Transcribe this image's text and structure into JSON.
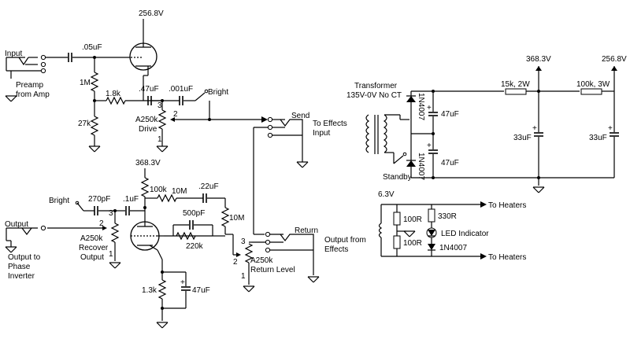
{
  "labels": {
    "v_top_tube": "256.8V",
    "input_title": "Input",
    "preamp_line1": "Preamp",
    "preamp_line2": "from Amp",
    "c_input": ".05uF",
    "r_1m": "1M",
    "r_1k8": "1.8k",
    "r_27k": "27k",
    "c_47": ".47uF",
    "c_001": ".001uF",
    "bright_top": "Bright",
    "pin3_top": "3",
    "pin2_top": "2",
    "pin1_top": "1",
    "pot_drive_1": "A250k",
    "pot_drive_2": "Drive",
    "send": "Send",
    "to_fx_1": "To Effects",
    "to_fx_2": "Input",
    "v_368_left": "368.3V",
    "r_100k": "100k",
    "bright_bot": "Bright",
    "c_270p": "270pF",
    "c_1u": ".1uF",
    "r_10m_top": "10M",
    "c_22u": ".22uF",
    "c_500p": "500pF",
    "r_10m_right": "10M",
    "r_220k": "220k",
    "output_title": "Output",
    "output_to_1": "Output to",
    "output_to_2": "Phase",
    "output_to_3": "Inverter",
    "pin2_rec": "2",
    "pin3_rec": "3",
    "pin1_rec": "1",
    "pot_rec_1": "A250k",
    "pot_rec_2": "Recover",
    "pot_rec_3": "Output",
    "r_1k3": "1.3k",
    "c_47u_cath": "47uF",
    "return": "Return",
    "out_fx_1": "Output from",
    "out_fx_2": "Effects",
    "pin3_ret": "3",
    "pin2_ret": "2",
    "pin1_ret": "1",
    "pot_ret_1": "A250k",
    "pot_ret_2": "Return Level",
    "transformer_1": "Transformer",
    "transformer_2": "135V-0V No CT",
    "diode_top": "1N4007",
    "diode_bot": "1N4007",
    "c_47u_a": "47uF",
    "c_47u_b": "47uF",
    "standby": "Standby",
    "v_368_right": "368.3V",
    "v_256_right": "256.8V",
    "r_15k": "15k, 2W",
    "r_100k3w": "100k, 3W",
    "c_33u_a": "33uF",
    "c_33u_b": "33uF",
    "v_6v3": "6.3V",
    "r_100r_a": "100R",
    "r_100r_b": "100R",
    "r_330r": "330R",
    "led": "LED Indicator",
    "diode_led": "1N4007",
    "heaters_top": "To Heaters",
    "heaters_bot": "To Heaters"
  },
  "icons": {
    "ground": "ground-icon",
    "resistor": "resistor-icon",
    "capacitor": "capacitor-icon",
    "electrolytic": "electrolytic-capacitor-icon",
    "triode": "triode-tube-icon",
    "potentiometer": "potentiometer-icon",
    "switch": "switch-icon",
    "jack": "jack-icon",
    "diode": "diode-icon",
    "led": "led-icon",
    "transformer": "transformer-icon"
  }
}
